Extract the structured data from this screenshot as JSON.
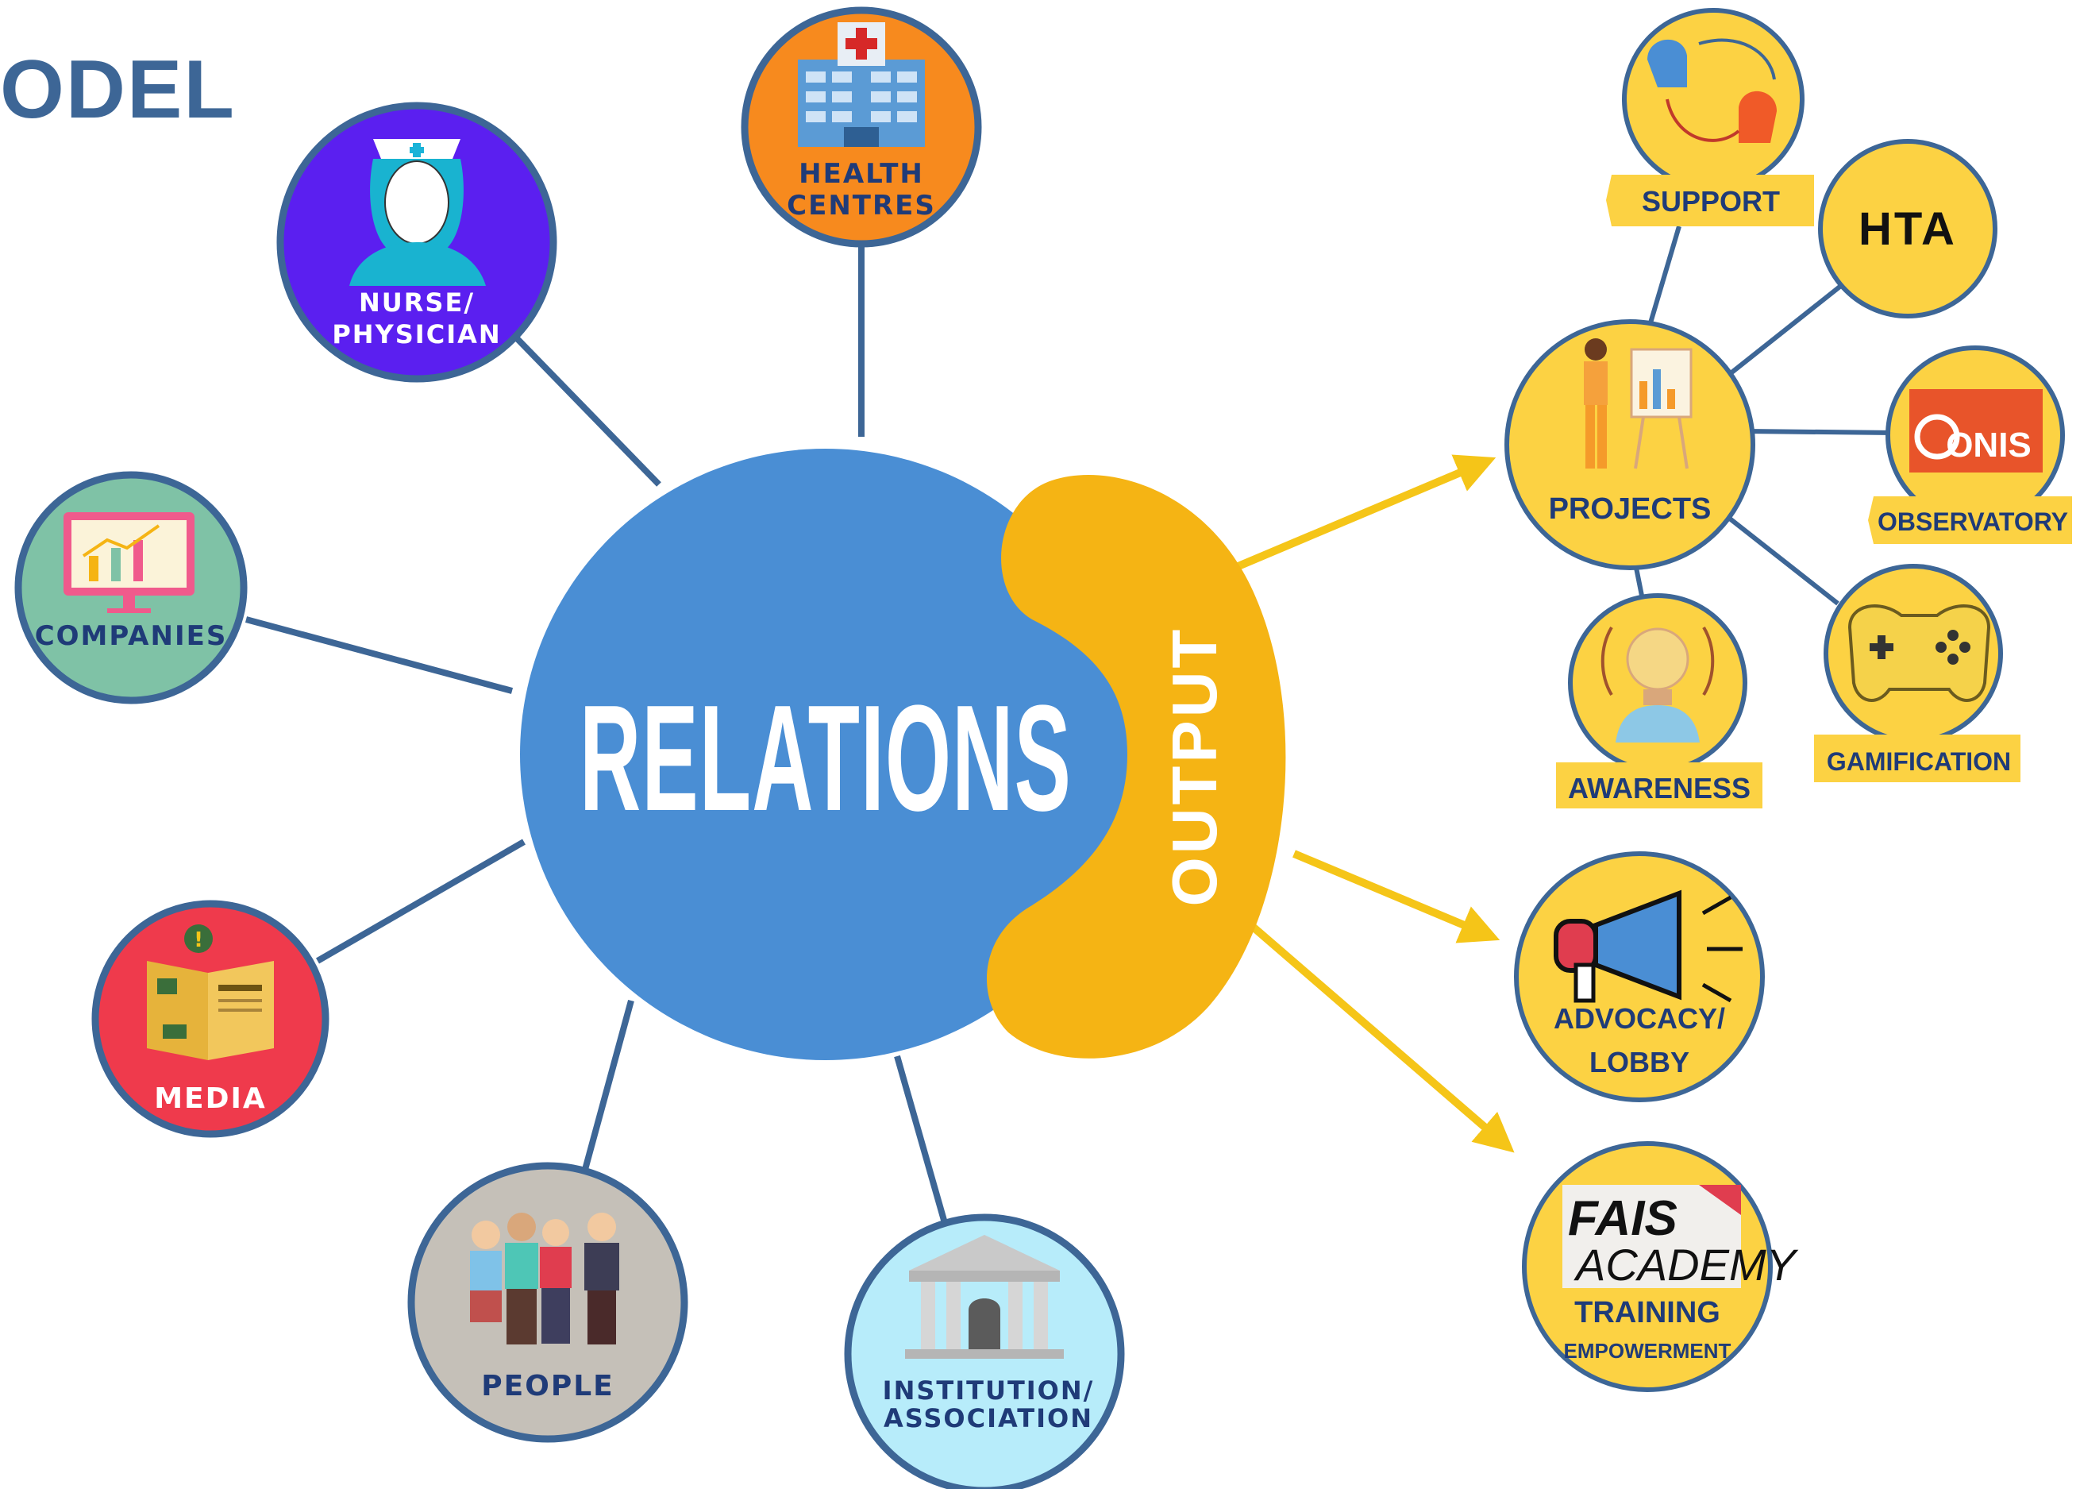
{
  "header": {
    "title_fragment": "ODEL"
  },
  "center": {
    "label": "RELATIONS",
    "output_label": "OUTPUT"
  },
  "inputs": {
    "nurse_line1": "NURSE/",
    "nurse_line2": "PHYSICIAN",
    "health_line1": "HEALTH",
    "health_line2": "CENTRES",
    "companies": "COMPANIES",
    "media": "MEDIA",
    "people": "PEOPLE",
    "institution_line1": "INSTITUTION/",
    "institution_line2": "ASSOCIATION"
  },
  "outputs": {
    "projects": "PROJECTS",
    "support": "SUPPORT",
    "hta": "HTA",
    "observatory": "OBSERVATORY",
    "onis_logo": "ONIS",
    "awareness": "AWARENESS",
    "gamification": "GAMIFICATION",
    "advocacy_line1": "ADVOCACY/",
    "advocacy_line2": "LOBBY",
    "fais_line1": "FAIS",
    "fais_line2": "ACADEMY",
    "training": "TRAINING",
    "empowerment": "EMPOWERMENT"
  },
  "colors": {
    "center_blue": "#4a8ed4",
    "output_yellow": "#f5b414",
    "node_yellow": "#fcd243",
    "border_blue": "#3d6696",
    "label_navy": "#1f3b78",
    "nurse_bg": "#5b1ff0",
    "health_bg": "#f78a1e",
    "companies_bg": "#7fc2a6",
    "media_bg": "#ef3a4c",
    "people_bg": "#c5c0b8",
    "institution_bg": "#b7ecfa"
  },
  "icons": [
    "nurse-icon",
    "hospital-icon",
    "chart-monitor-icon",
    "newspaper-icon",
    "people-group-icon",
    "museum-icon",
    "presentation-icon",
    "heads-exchange-icon",
    "lightbulb-head-icon",
    "gamepad-icon",
    "megaphone-icon"
  ]
}
